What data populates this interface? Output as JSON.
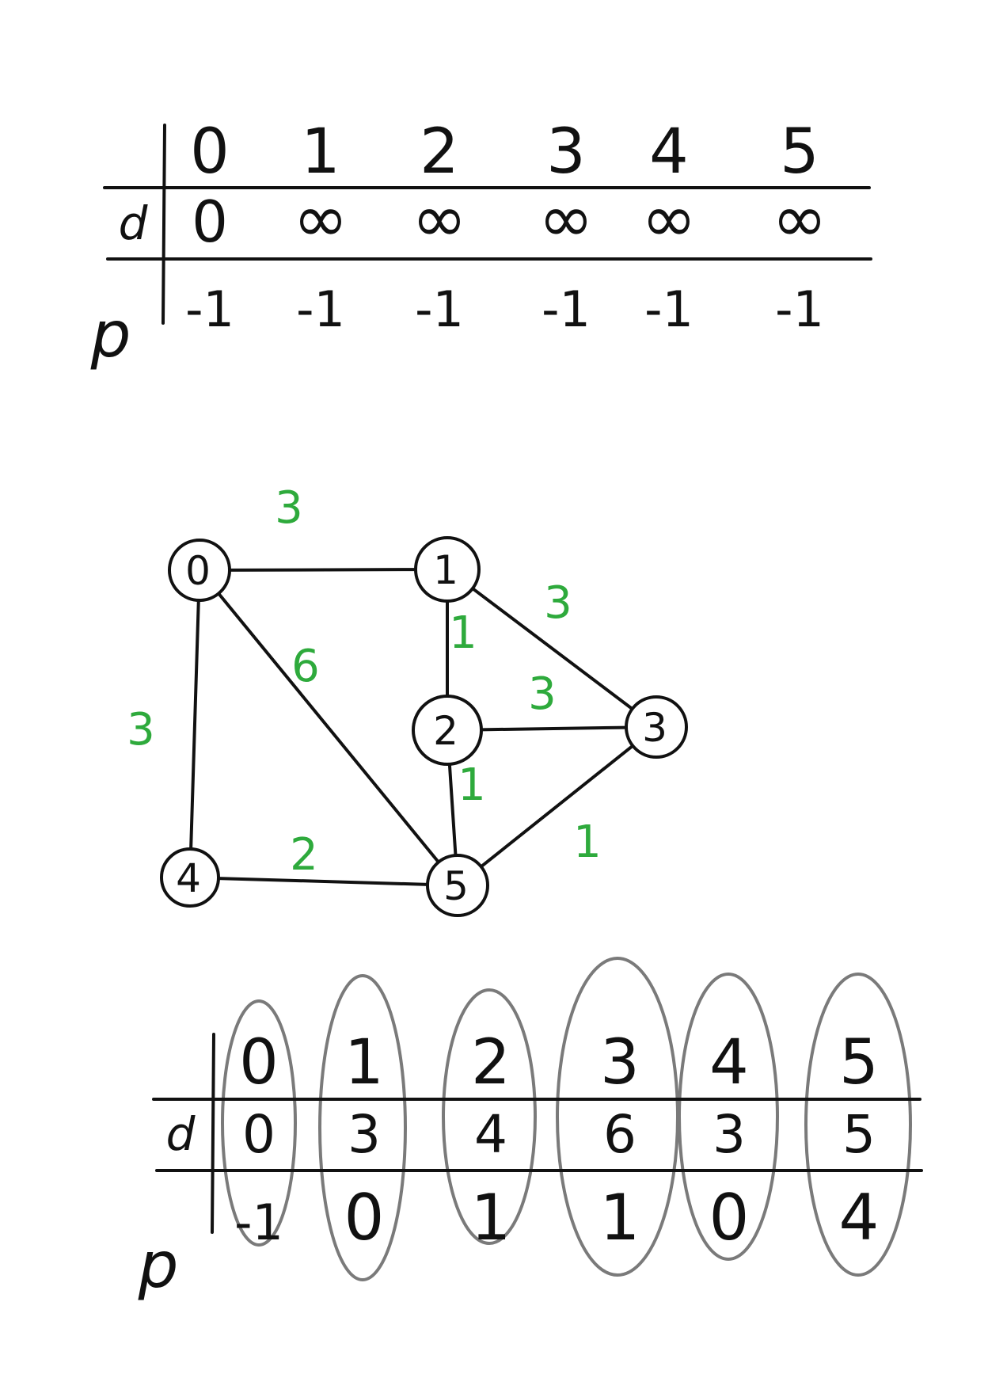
{
  "colors": {
    "ink": "#111111",
    "weight": "#2eaa3c",
    "highlight": "#7a7a7a"
  },
  "initial_table": {
    "headers": [
      "0",
      "1",
      "2",
      "3",
      "4",
      "5"
    ],
    "d_label": "d",
    "p_label": "p",
    "d": [
      "0",
      "∞",
      "∞",
      "∞",
      "∞",
      "∞"
    ],
    "p": [
      "-1",
      "-1",
      "-1",
      "-1",
      "-1",
      "-1"
    ]
  },
  "graph": {
    "nodes": [
      "0",
      "1",
      "2",
      "3",
      "4",
      "5"
    ],
    "edges": [
      {
        "from": "0",
        "to": "1",
        "weight": "3"
      },
      {
        "from": "0",
        "to": "4",
        "weight": "3"
      },
      {
        "from": "0",
        "to": "5",
        "weight": "6"
      },
      {
        "from": "1",
        "to": "2",
        "weight": "1"
      },
      {
        "from": "1",
        "to": "3",
        "weight": "3"
      },
      {
        "from": "2",
        "to": "3",
        "weight": "3"
      },
      {
        "from": "2",
        "to": "5",
        "weight": "1"
      },
      {
        "from": "3",
        "to": "5",
        "weight": "1"
      },
      {
        "from": "4",
        "to": "5",
        "weight": "2"
      }
    ]
  },
  "final_table": {
    "headers": [
      "0",
      "1",
      "2",
      "3",
      "4",
      "5"
    ],
    "d_label": "d",
    "p_label": "p",
    "d": [
      "0",
      "3",
      "4",
      "6",
      "3",
      "5"
    ],
    "p": [
      "-1",
      "0",
      "1",
      "1",
      "0",
      "4"
    ]
  }
}
